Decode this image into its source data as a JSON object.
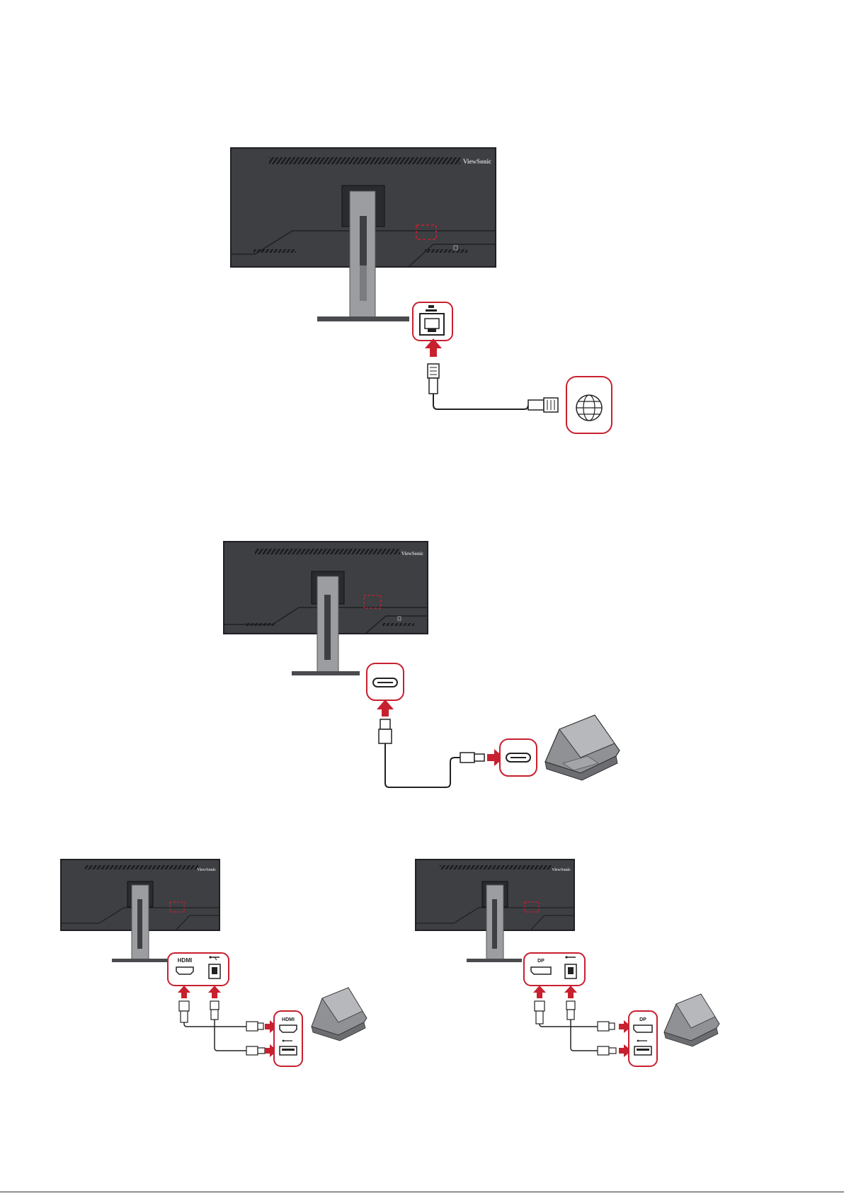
{
  "brand": "ViewSonic",
  "port_labels": {
    "hdmi": "HDMI",
    "dp": "DP"
  },
  "colors": {
    "monitor_body": "#3d3f43",
    "monitor_edge": "#1f2023",
    "stand": "#9b9da0",
    "highlight_red": "#c8202f",
    "cable": "#222222"
  },
  "icons": {
    "ethernet": "ethernet-icon",
    "globe": "globe-icon",
    "usb": "usb-icon",
    "laptop": "laptop-icon",
    "usb_c": "usb-c-port-icon"
  },
  "panels": [
    {
      "id": "ethernet-connection",
      "ports": [
        "RJ45"
      ],
      "target": "internet"
    },
    {
      "id": "usb-c-connection",
      "ports": [
        "USB-C"
      ],
      "target": "laptop"
    },
    {
      "id": "hdmi-usb-connection",
      "ports": [
        "HDMI",
        "USB-B"
      ],
      "target": "laptop"
    },
    {
      "id": "dp-usb-connection",
      "ports": [
        "DP",
        "USB-B"
      ],
      "target": "laptop"
    }
  ]
}
